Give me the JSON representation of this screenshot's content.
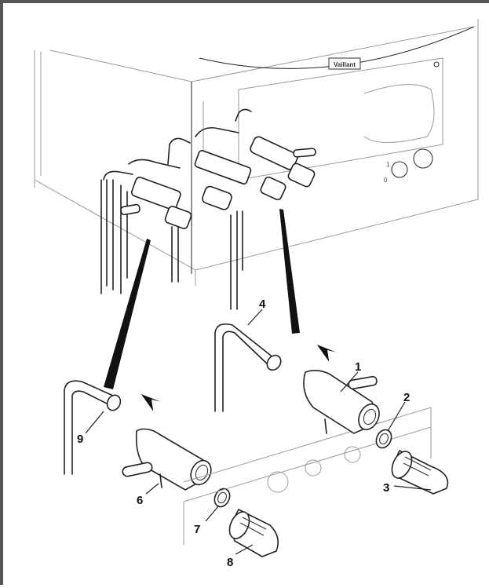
{
  "diagram": {
    "brand_logo": "Vaillant",
    "callouts": [
      {
        "id": "1",
        "label": "1"
      },
      {
        "id": "2",
        "label": "2"
      },
      {
        "id": "3",
        "label": "3"
      },
      {
        "id": "4",
        "label": "4"
      },
      {
        "id": "6",
        "label": "6"
      },
      {
        "id": "7",
        "label": "7"
      },
      {
        "id": "8",
        "label": "8"
      },
      {
        "id": "9",
        "label": "9"
      }
    ],
    "dial_markings": {
      "top": "1",
      "bottom": "0"
    }
  }
}
